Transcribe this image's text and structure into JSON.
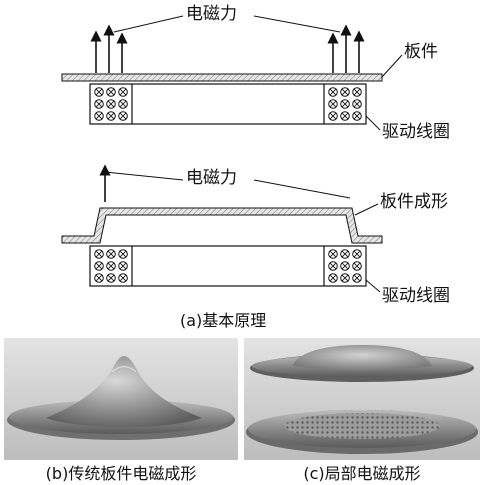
{
  "diagram_a": {
    "top": {
      "force_label": "电磁力",
      "sheet_label": "板件",
      "coil_label": "驱动线圈"
    },
    "bottom": {
      "force_label": "电磁力",
      "formed_label": "板件成形",
      "coil_label": "驱动线圈"
    },
    "caption": "(a)基本原理"
  },
  "photo_b": {
    "caption": "(b)传统板件电磁成形"
  },
  "photo_c": {
    "caption": "(c)局部电磁成形"
  },
  "colors": {
    "line": "#111111",
    "sheet_fill": "#d8d8d8",
    "photo_bg": "#c9c9c9",
    "metal": "#8e8e8e"
  }
}
